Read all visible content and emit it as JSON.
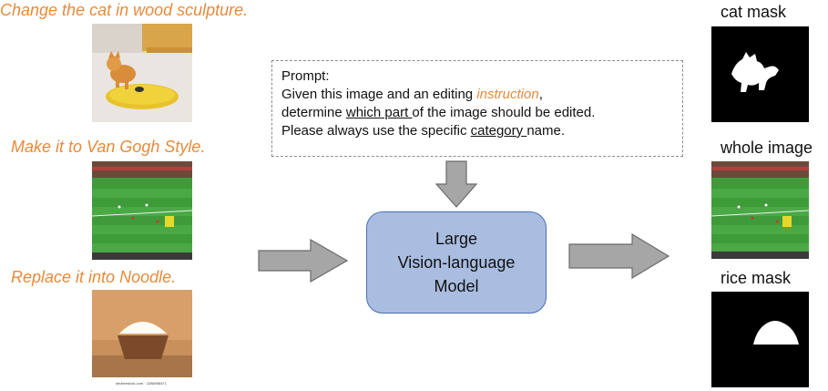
{
  "instructions": {
    "cat": "Change the cat in wood sculpture.",
    "vangogh": "Make it to Van Gogh Style.",
    "noodle": "Replace it into Noodle."
  },
  "prompt": {
    "heading": "Prompt:",
    "line1_pre": "Given this image and an editing ",
    "line1_highlight": "instruction",
    "line1_post": ",",
    "line2_pre": "determine ",
    "line2_underline": "which part ",
    "line2_post": "of the image should be edited.",
    "line3_pre": "Please  always use the specific ",
    "line3_underline": "category ",
    "line3_post": "name."
  },
  "model": {
    "line1": "Large",
    "line2": "Vision-language",
    "line3": "Model"
  },
  "outputs": {
    "cat_mask": "cat mask",
    "whole_image": "whole image",
    "rice_mask": "rice mask"
  },
  "colors": {
    "instruction_text": "#e88a3a",
    "model_fill": "#a9bde0",
    "model_border": "#4a6fae",
    "arrow_fill": "#a6a6a6",
    "arrow_stroke": "#6b6b6b"
  },
  "image_caption": "shutterstock.com · 2288058471"
}
